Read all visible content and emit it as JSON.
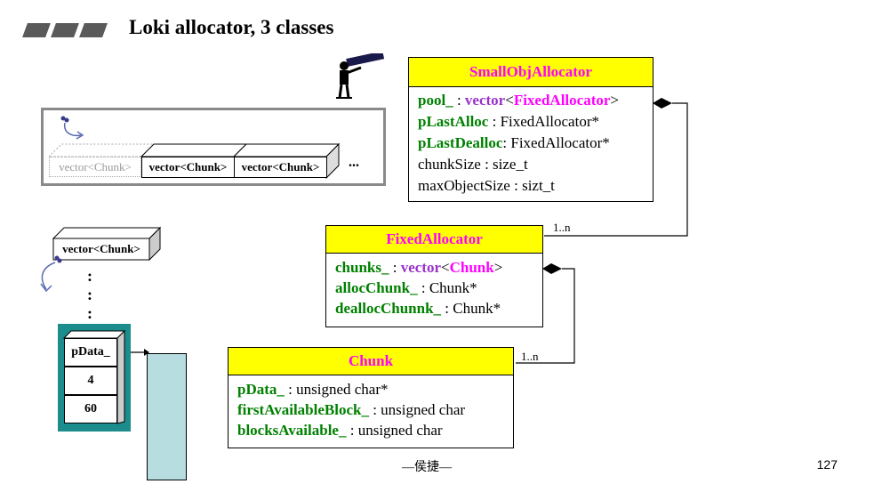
{
  "title": "Loki allocator, 3 classes",
  "page_number": "127",
  "footer": "—侯捷—",
  "chunk_row": {
    "faded_label": "vector<Chunk>",
    "cell1": "vector<Chunk>",
    "cell2": "vector<Chunk>",
    "ellipsis": "..."
  },
  "single_vector_label": "vector<Chunk>",
  "dots": [
    ":",
    ":",
    ":"
  ],
  "stack": {
    "pdata": "pData_",
    "val1": "4",
    "val2": "60"
  },
  "small_obj": {
    "name": "SmallObjAllocator",
    "rows": [
      {
        "name": "pool_",
        "sep": " : ",
        "type_a": "vector",
        "lt": "<",
        "type_b": "FixedAllocator",
        "gt": ">"
      },
      {
        "name": "pLastAlloc",
        "rest": " : FixedAllocator*"
      },
      {
        "name": "pLastDealloc",
        "rest": ": FixedAllocator*"
      },
      {
        "plain": "chunkSize : size_t"
      },
      {
        "plain": "maxObjectSize : sizt_t"
      }
    ]
  },
  "fixed": {
    "name": "FixedAllocator",
    "rows": [
      {
        "name": "chunks_",
        "sep": " : ",
        "type_a": "vector",
        "lt": "<",
        "type_b": "Chunk",
        "gt": ">"
      },
      {
        "name": "allocChunk_",
        "rest": " : Chunk*"
      },
      {
        "name": "deallocChunnk_",
        "rest": " : Chunk*"
      }
    ]
  },
  "chunk": {
    "name": "Chunk",
    "rows": [
      {
        "name": "pData_",
        "rest": " : unsigned char*"
      },
      {
        "name": "firstAvailableBlock_",
        "rest": " : unsigned char"
      },
      {
        "name": "blocksAvailable_",
        "rest": " : unsigned char"
      }
    ]
  },
  "mult_fixed": "1..n",
  "mult_chunk": "1..n",
  "colors": {
    "class_header": "#ffff00",
    "class_name": "#ff00ff",
    "member": "#008000",
    "vector": "#9932cc",
    "teal": "#1c8c8c",
    "block": "#b7dde0"
  }
}
